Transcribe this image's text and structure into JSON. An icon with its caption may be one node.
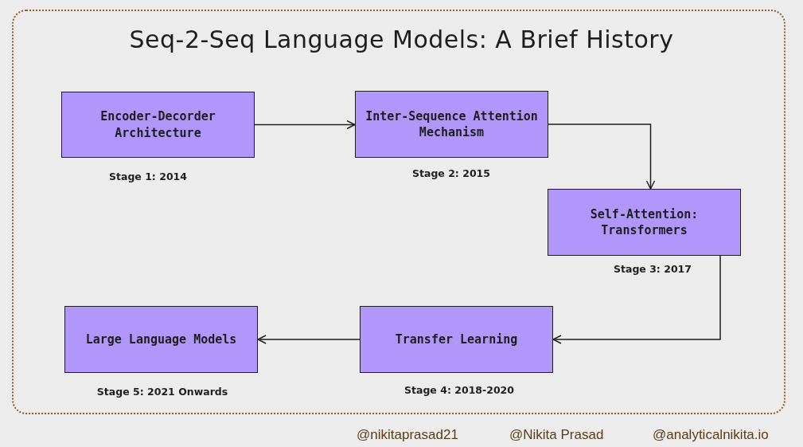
{
  "diagram": {
    "title": "Seq-2-Seq Language Models: A Brief History",
    "nodes": [
      {
        "text": [
          "Encoder-Decorder Architecture"
        ],
        "beside": [
          "Stage 1: 2014"
        ]
      },
      {
        "text": [
          "Inter-Sequence Attention Mechanism"
        ],
        "beside": [
          "Stage 2: 2015"
        ]
      },
      {
        "text": [
          "Self-Attention: Transformers"
        ],
        "beside": [
          "Stage 3: 2017"
        ]
      },
      {
        "text": [
          "Transfer Learning"
        ],
        "beside": [
          "Stage 4: 2018-2020"
        ]
      },
      {
        "text": [
          "Large Language Models"
        ],
        "beside": [
          "Stage 5: 2021 Onwards"
        ]
      }
    ],
    "edges": [
      {
        "from": 0,
        "to": 1,
        "arrow": "to"
      },
      {
        "from": 1,
        "to": 2,
        "arrow": "to"
      },
      {
        "from": 2,
        "to": 3,
        "arrow": "to"
      },
      {
        "from": 3,
        "to": 4,
        "arrow": "to"
      }
    ],
    "labels": [
      "@nikitaprasad21",
      "@Nikita Prasad",
      "@analyticalnikita.io"
    ]
  }
}
